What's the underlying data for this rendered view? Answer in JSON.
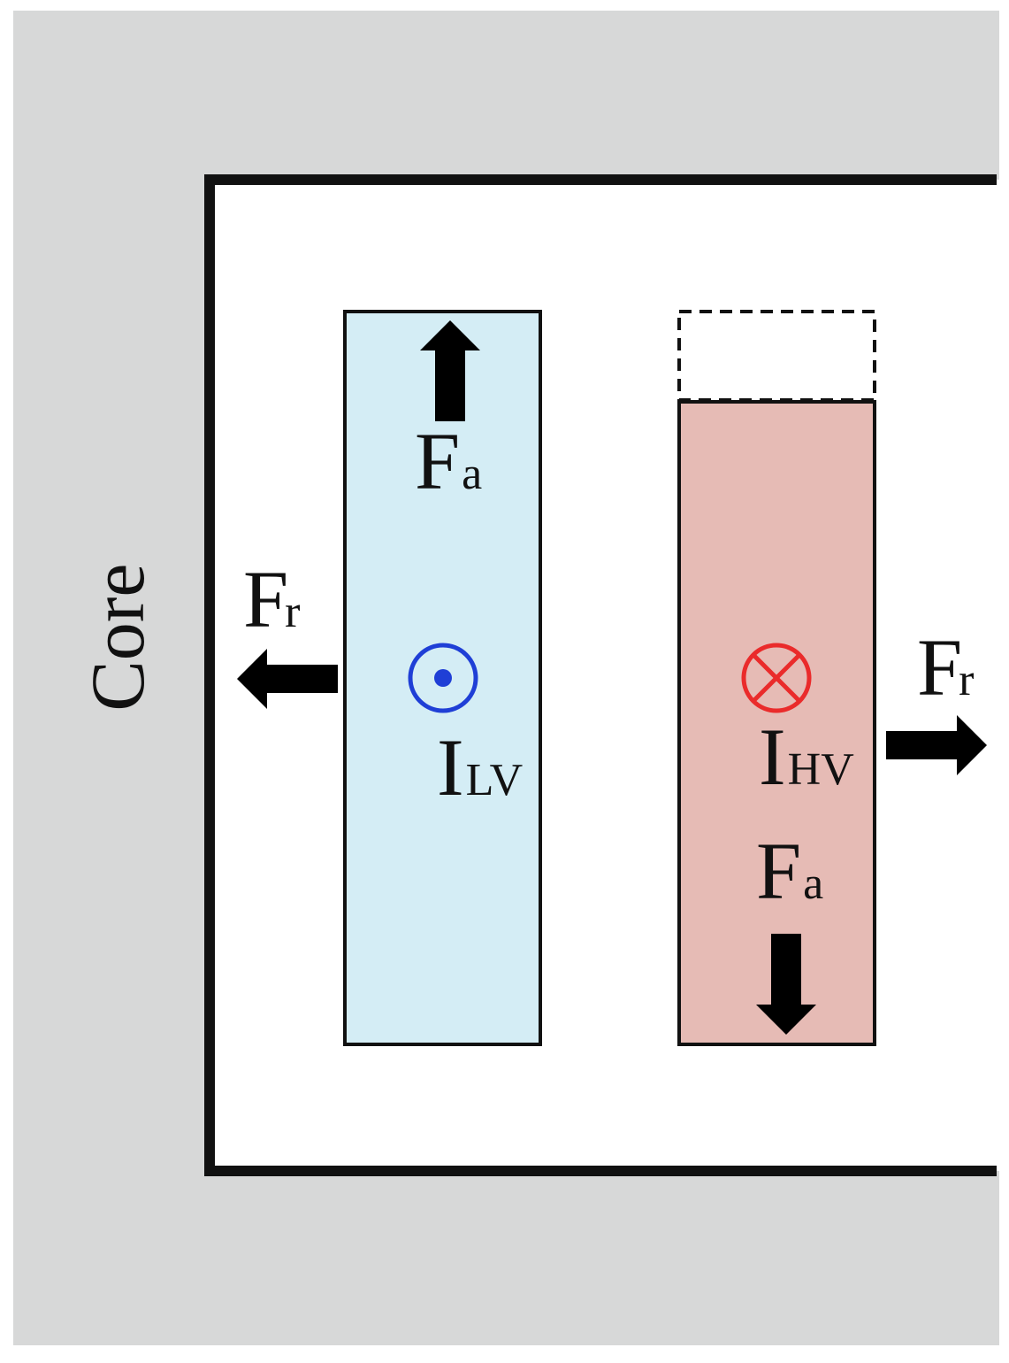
{
  "labels": {
    "core": "Core",
    "force_symbol": "F",
    "axial_subscript": "a",
    "radial_subscript": "r",
    "current_symbol": "I",
    "lv_subscript": "LV",
    "hv_subscript": "HV"
  },
  "colors": {
    "core": "#d7d8d8",
    "window": "#ffffff",
    "outline": "#111111",
    "lv_winding": "#d4edf5",
    "hv_winding": "#e6bbb5",
    "lv_current_symbol": "#1f3fd6",
    "hv_current_symbol": "#ea2b2b",
    "arrow": "#000000"
  },
  "symbols": {
    "lv_current_direction": "dot-out-of-page",
    "hv_current_direction": "cross-into-page"
  }
}
